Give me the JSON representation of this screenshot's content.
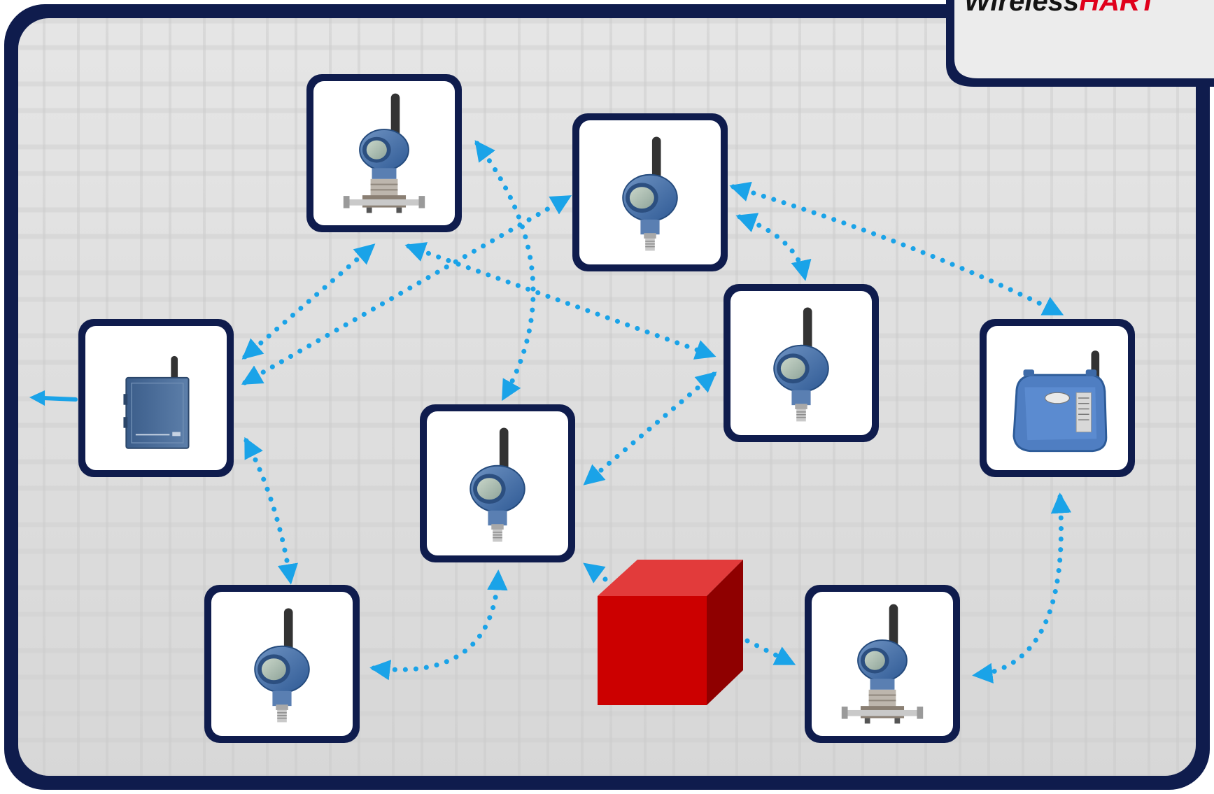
{
  "brand": {
    "logo_part1": "Wireless",
    "logo_part2": "HART",
    "part1_color": "#141414",
    "part2_color": "#e0001b"
  },
  "colors": {
    "frame": "#0f1c4d",
    "link": "#1aa3e8",
    "obstacle_front": "#cc0000",
    "obstacle_top": "#e23b3b",
    "obstacle_side": "#8f0000"
  },
  "nodes": [
    {
      "id": "node-top-left",
      "device": "dp-transmitter-with-manifold"
    },
    {
      "id": "node-top-center",
      "device": "pressure-transmitter"
    },
    {
      "id": "node-gateway",
      "device": "smart-wireless-gateway"
    },
    {
      "id": "node-center",
      "device": "pressure-transmitter"
    },
    {
      "id": "node-mid-right",
      "device": "pressure-transmitter"
    },
    {
      "id": "node-right",
      "device": "wireless-thum-adapter"
    },
    {
      "id": "node-bottom-left",
      "device": "pressure-transmitter"
    },
    {
      "id": "node-bottom-right",
      "device": "dp-transmitter-with-manifold"
    }
  ],
  "links": [
    {
      "from": "node-gateway",
      "to": "node-top-left",
      "arrows": "both"
    },
    {
      "from": "node-gateway",
      "to": "node-top-center",
      "arrows": "both"
    },
    {
      "from": "node-top-left",
      "to": "node-center",
      "arrows": "both"
    },
    {
      "from": "node-top-left",
      "to": "node-mid-right",
      "arrows": "both"
    },
    {
      "from": "node-top-center",
      "to": "node-mid-right",
      "arrows": "both"
    },
    {
      "from": "node-top-center",
      "to": "node-right",
      "arrows": "both"
    },
    {
      "from": "node-mid-right",
      "to": "node-center",
      "arrows": "both"
    },
    {
      "from": "node-gateway",
      "to": "node-bottom-left",
      "arrows": "both"
    },
    {
      "from": "node-bottom-left",
      "to": "node-center",
      "arrows": "both"
    },
    {
      "from": "node-right",
      "to": "node-bottom-right",
      "arrows": "both"
    },
    {
      "from": "obstacle",
      "to": "node-center",
      "arrows": "end"
    },
    {
      "from": "obstacle",
      "to": "node-bottom-right",
      "arrows": "end"
    },
    {
      "from": "node-gateway",
      "to": "host-system",
      "arrows": "end"
    }
  ],
  "obstacle": {
    "shape": "red-cube"
  }
}
